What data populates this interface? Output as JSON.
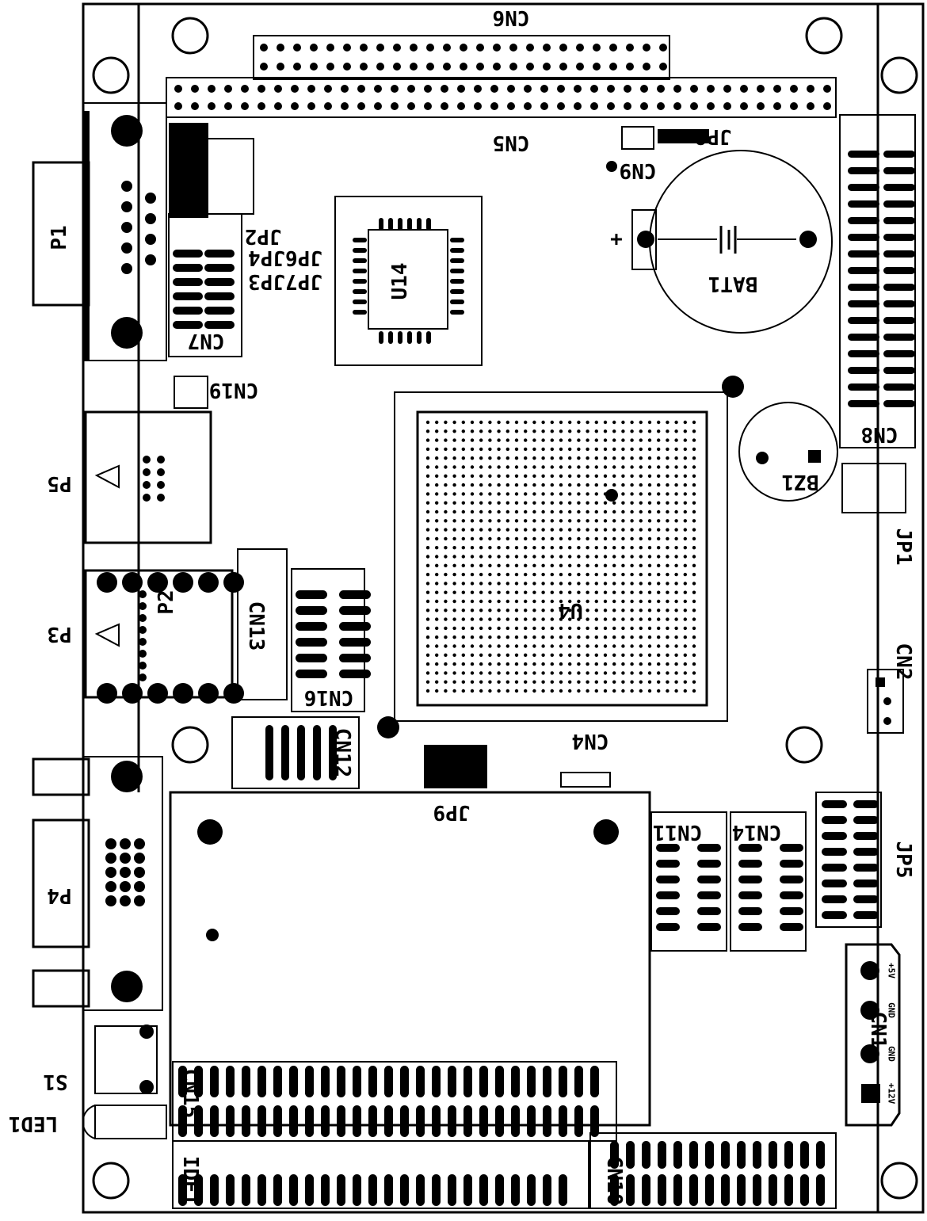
{
  "labels": {
    "cn6": "CN6",
    "cn5": "CN5",
    "jp8": "JP8",
    "cn9": "CN9",
    "bat1": "BAT1",
    "u14": "U14",
    "jp2": "JP2",
    "jp6jp4": "JP6JP4",
    "jp7jp3": "JP7JP3",
    "cn7": "CN7",
    "cn19": "CN19",
    "p1": "P1",
    "p5": "P5",
    "p3": "P3",
    "p2": "P2",
    "cn13": "CN13",
    "cn16": "CN16",
    "cn12": "CN12",
    "u4": "U4",
    "cn8": "CN8",
    "bz1": "BZ1",
    "jp1": "JP1",
    "cn2": "CN2",
    "cn4": "CN4",
    "jp9": "JP9",
    "cn11": "CN11",
    "cn14": "CN14",
    "jp5": "JP5",
    "cn1": "CN1",
    "p4": "P4",
    "s1": "S1",
    "led1": "LED1",
    "cn15": "CN15",
    "ide1": "IDE1",
    "cn10": "CN10"
  },
  "cn1_pins": [
    "+5V",
    "GND",
    "GND",
    "+12V"
  ],
  "bat_polarity": "+"
}
